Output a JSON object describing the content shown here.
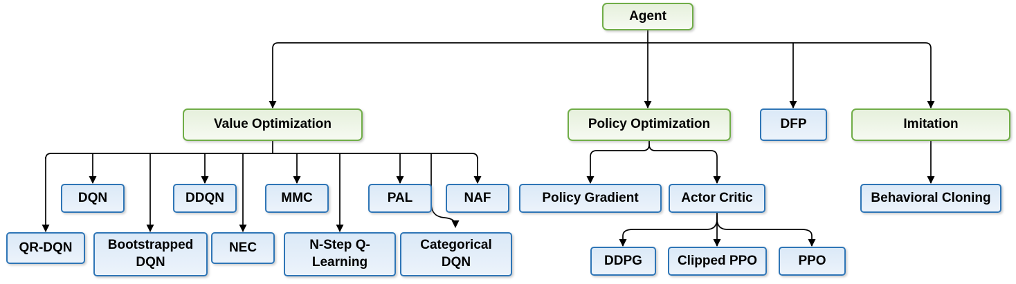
{
  "colors": {
    "category_fill": "#E6F0DC",
    "category_border": "#70AD47",
    "algorithm_fill": "#DBE9F7",
    "algorithm_border": "#2E75B6",
    "connector": "#000000",
    "text": "#000000"
  },
  "nodes": {
    "agent": {
      "label": "Agent",
      "type": "category"
    },
    "value_optimization": {
      "label": "Value Optimization",
      "type": "category"
    },
    "policy_optimization": {
      "label": "Policy Optimization",
      "type": "category"
    },
    "dfp": {
      "label": "DFP",
      "type": "algorithm"
    },
    "imitation": {
      "label": "Imitation",
      "type": "category"
    },
    "dqn": {
      "label": "DQN",
      "type": "algorithm"
    },
    "ddqn": {
      "label": "DDQN",
      "type": "algorithm"
    },
    "mmc": {
      "label": "MMC",
      "type": "algorithm"
    },
    "pal": {
      "label": "PAL",
      "type": "algorithm"
    },
    "naf": {
      "label": "NAF",
      "type": "algorithm"
    },
    "qr_dqn": {
      "label": "QR-DQN",
      "type": "algorithm"
    },
    "bootstrapped_dqn": {
      "label": "Bootstrapped DQN",
      "type": "algorithm"
    },
    "nec": {
      "label": "NEC",
      "type": "algorithm"
    },
    "n_step_q_learning": {
      "label": "N-Step Q-Learning",
      "type": "algorithm"
    },
    "categorical_dqn": {
      "label": "Categorical DQN",
      "type": "algorithm"
    },
    "policy_gradient": {
      "label": "Policy Gradient",
      "type": "algorithm"
    },
    "actor_critic": {
      "label": "Actor Critic",
      "type": "algorithm"
    },
    "behavioral_cloning": {
      "label": "Behavioral Cloning",
      "type": "algorithm"
    },
    "ddpg": {
      "label": "DDPG",
      "type": "algorithm"
    },
    "clipped_ppo": {
      "label": "Clipped PPO",
      "type": "algorithm"
    },
    "ppo": {
      "label": "PPO",
      "type": "algorithm"
    }
  },
  "hierarchy": {
    "agent": [
      "value_optimization",
      "policy_optimization",
      "dfp",
      "imitation"
    ],
    "value_optimization": [
      "dqn",
      "ddqn",
      "mmc",
      "pal",
      "naf",
      "qr_dqn",
      "bootstrapped_dqn",
      "nec",
      "n_step_q_learning",
      "categorical_dqn"
    ],
    "policy_optimization": [
      "policy_gradient",
      "actor_critic"
    ],
    "actor_critic": [
      "ddpg",
      "clipped_ppo",
      "ppo"
    ],
    "imitation": [
      "behavioral_cloning"
    ]
  }
}
